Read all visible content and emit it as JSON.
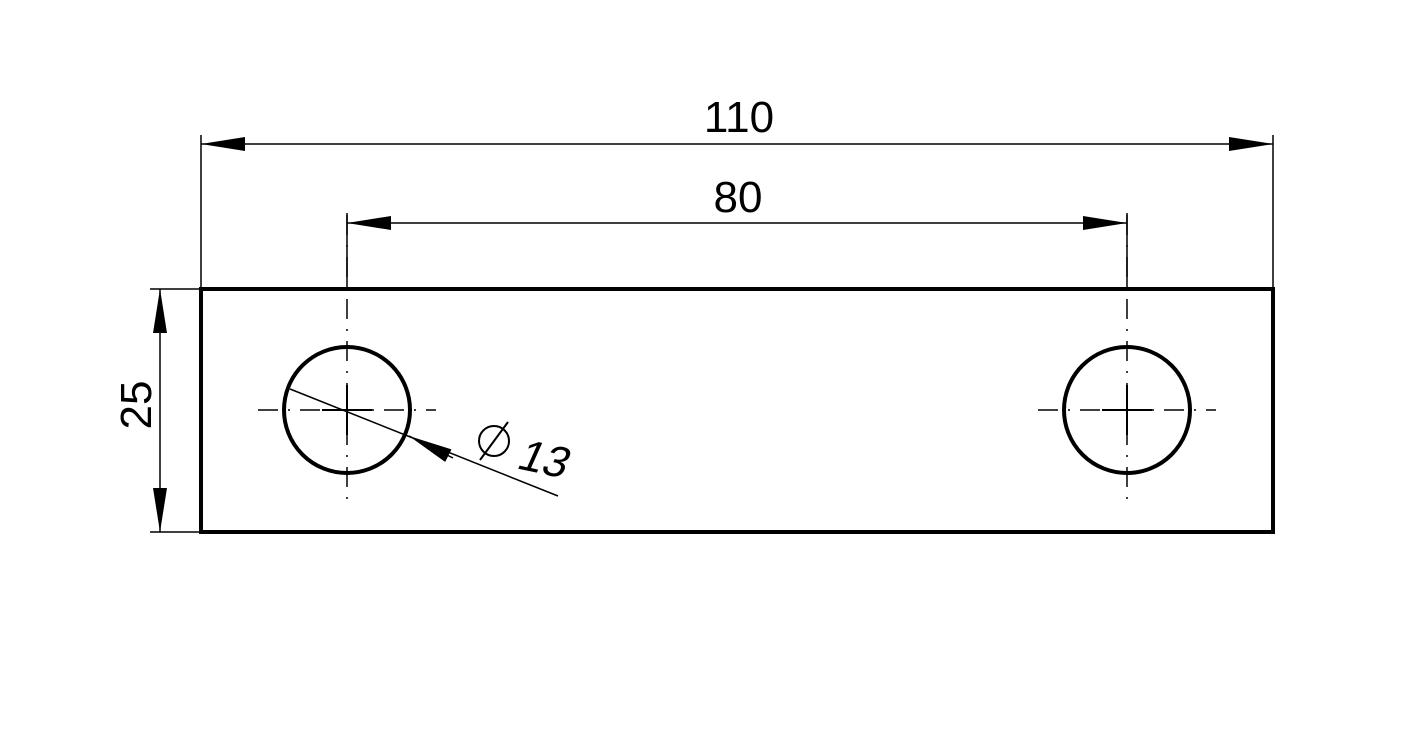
{
  "colors": {
    "background": "#ffffff",
    "line": "#000000"
  },
  "dimensions": {
    "overall_length": "110",
    "hole_spacing": "80",
    "height": "25",
    "hole_diameter": "13",
    "diameter_symbol": "⌀"
  }
}
